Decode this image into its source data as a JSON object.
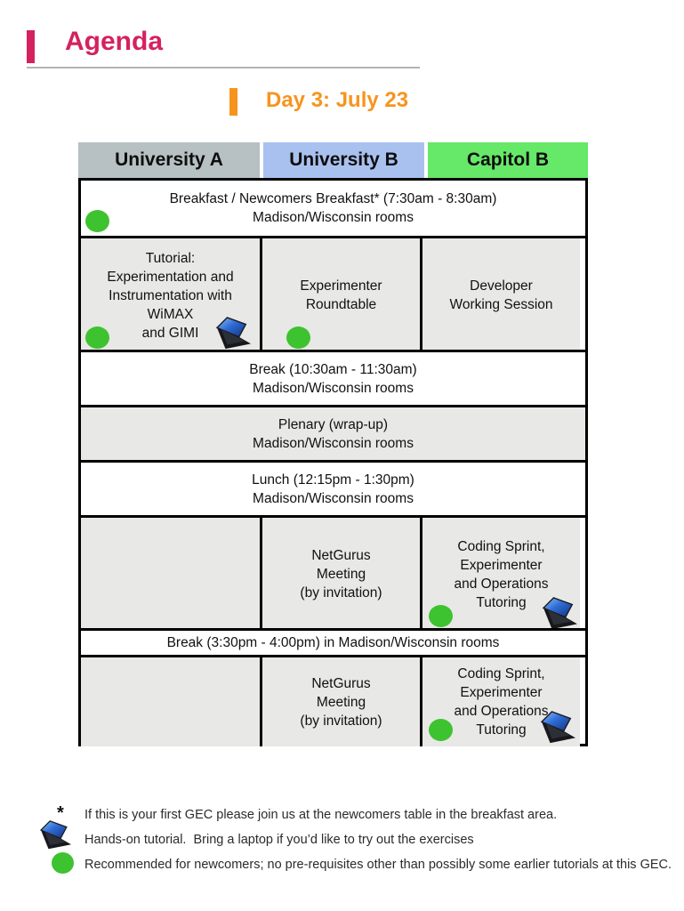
{
  "page_title": {
    "label": "Agenda"
  },
  "day_heading": {
    "label": "Day 3: July 23"
  },
  "colors": {
    "title-pink": "#d5215f",
    "day-orange": "#f7941e",
    "header-gray": "#b7c0c3",
    "header-blue": "#a9c1ef",
    "header-green": "#66e868",
    "cell-gray": "#e8e8e6",
    "dot-green": "#3dc32f",
    "rule-gray": "#b3b3b3",
    "text-black": "#1a1a1a"
  },
  "table": {
    "headers": [
      {
        "label": "University A"
      },
      {
        "label": "University B"
      },
      {
        "label": "Capitol B"
      }
    ],
    "rows": [
      {
        "lines": [
          "Breakfast / Newcomers Breakfast* (7:30am - 8:30am)",
          "Madison/Wisconsin rooms"
        ]
      },
      {
        "cells": [
          {
            "lines": [
              "Tutorial:",
              "Experimentation and",
              "Instrumentation with",
              "WiMAX",
              "and GIMI"
            ]
          },
          {
            "lines": [
              "Experimenter",
              "Roundtable"
            ]
          },
          {
            "lines": [
              "Developer",
              "Working Session"
            ]
          }
        ]
      },
      {
        "lines": [
          "Break (10:30am - 11:30am)",
          "Madison/Wisconsin rooms"
        ]
      },
      {
        "lines": [
          "Plenary (wrap-up)",
          "Madison/Wisconsin rooms"
        ]
      },
      {
        "lines": [
          "Lunch (12:15pm - 1:30pm)",
          "Madison/Wisconsin rooms"
        ]
      },
      {
        "cells": [
          {
            "lines": []
          },
          {
            "lines": [
              "NetGurus",
              "Meeting",
              "(by invitation)"
            ]
          },
          {
            "lines": [
              "Coding Sprint,",
              "Experimenter",
              "and Operations",
              "Tutoring"
            ]
          }
        ]
      },
      {
        "lines": [
          "Break (3:30pm - 4:00pm) in Madison/Wisconsin rooms"
        ]
      },
      {
        "cells": [
          {
            "lines": []
          },
          {
            "lines": [
              "NetGurus",
              "Meeting",
              "(by invitation)"
            ]
          },
          {
            "lines": [
              "Coding Sprint,",
              "Experimenter",
              "and Operations",
              "Tutoring"
            ]
          }
        ]
      }
    ]
  },
  "legend": {
    "asterisk_symbol": "*",
    "items": [
      {
        "icon": "asterisk-icon",
        "text": "If this is your first GEC please join us at the newcomers table in the breakfast area."
      },
      {
        "icon": "laptop-icon",
        "text": "Hands-on tutorial.  Bring a laptop if you’d like to try out the exercises"
      },
      {
        "icon": "green-dot-icon",
        "text": "Recommended for newcomers; no pre-requisites other than possibly some earlier tutorials at this GEC."
      }
    ]
  }
}
